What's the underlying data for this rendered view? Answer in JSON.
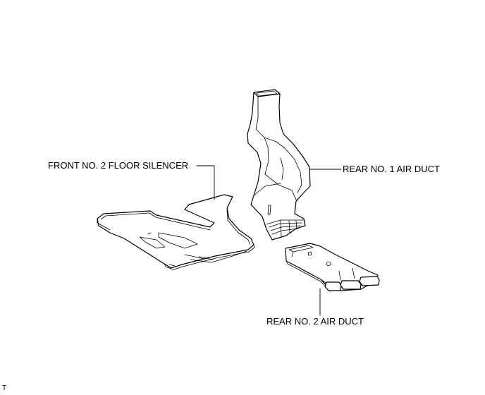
{
  "labels": {
    "front_floor_silencer": "FRONT NO. 2 FLOOR SILENCER",
    "rear_no1_air_duct": "REAR NO. 1 AIR DUCT",
    "rear_no2_air_duct": "REAR NO. 2 AIR DUCT",
    "illustration_code": "T"
  }
}
